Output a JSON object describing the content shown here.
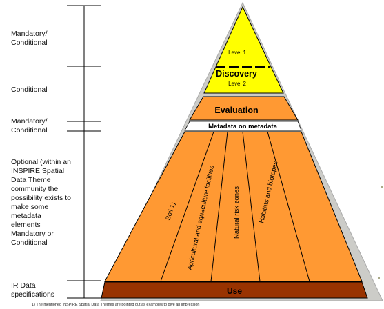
{
  "side_labels": [
    "Mandatory/ Conditional",
    "Conditional",
    "Mandatory/ Conditional",
    "Optional (within an INSPIRE Spatial Data Theme community the possibility exists to make some metadata elements Mandatory or Conditional",
    "IR Data specifications"
  ],
  "pyramid": {
    "level1": "Level 1",
    "discovery": "Discovery",
    "level2": "Level 2",
    "evaluation": "Evaluation",
    "metadata_on_metadata": "Metadata on metadata",
    "themes": [
      "Soil 1)",
      "Agricultural and aquaculture facilities",
      "Natural risk zones",
      "Habitats and biotopes"
    ],
    "use": "Use"
  },
  "footnote": "1) The mentioned INSPIRE Spatial Data Themes are pointed out as examples to give an impression",
  "colors": {
    "yellow": "#ffff00",
    "orange": "#ff9933",
    "dark": "#993300",
    "outline": "#000000",
    "frame": "#ccccc8"
  }
}
